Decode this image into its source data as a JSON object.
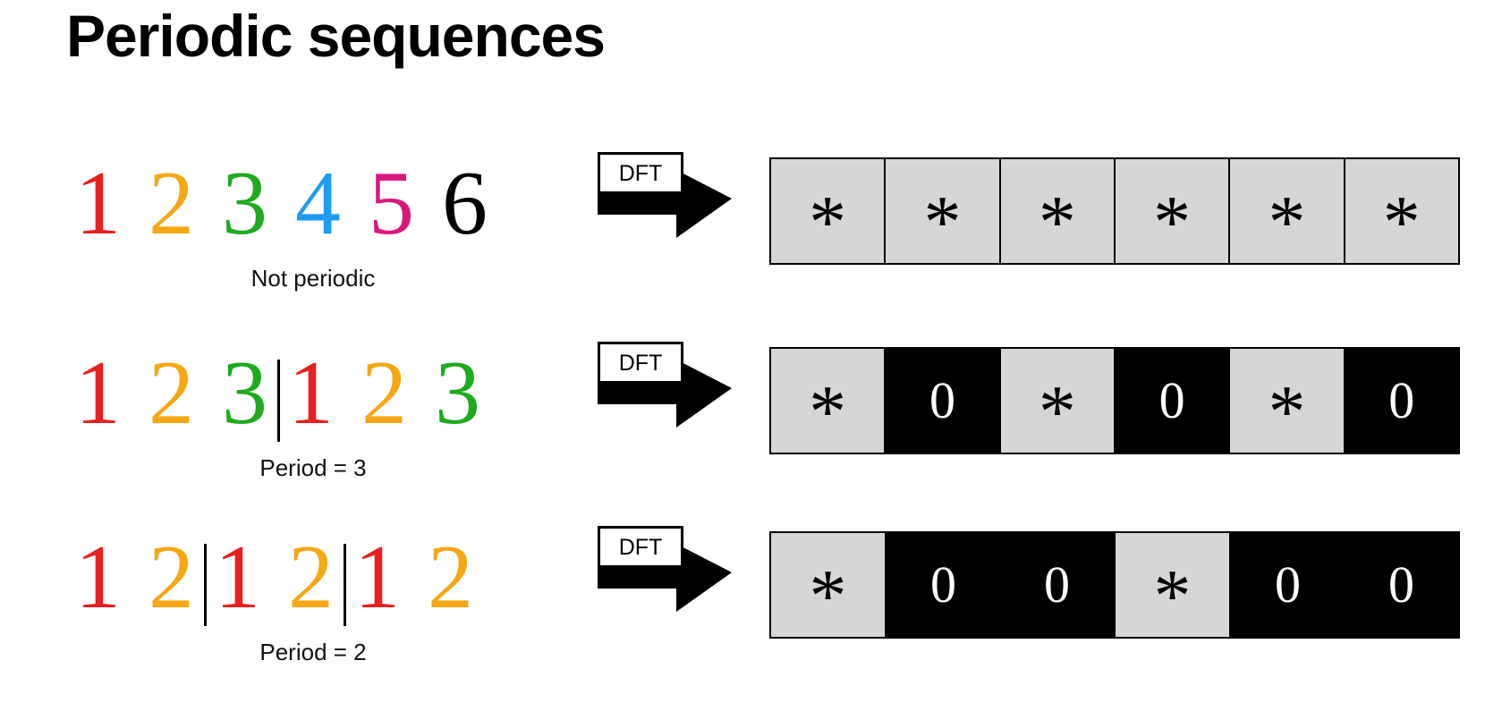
{
  "title": "Periodic sequences",
  "colors": {
    "red": "#e8201f",
    "orange": "#f5a714",
    "green": "#1faa1f",
    "blue": "#1e9cf0",
    "magenta": "#d9187e",
    "black": "#000000",
    "cell_star_bg": "#d6d6d6",
    "cell_zero_bg": "#000000"
  },
  "rows": [
    {
      "sequence": [
        {
          "text": "1",
          "color": "#e8201f"
        },
        {
          "text": "2",
          "color": "#f5a714"
        },
        {
          "text": "3",
          "color": "#1faa1f"
        },
        {
          "text": "4",
          "color": "#1e9cf0"
        },
        {
          "text": "5",
          "color": "#d9187e"
        },
        {
          "text": "6",
          "color": "#000000"
        }
      ],
      "separators_after": [],
      "caption": "Not periodic",
      "arrow_label": "DFT",
      "output": [
        "*",
        "*",
        "*",
        "*",
        "*",
        "*"
      ]
    },
    {
      "sequence": [
        {
          "text": "1",
          "color": "#e8201f"
        },
        {
          "text": "2",
          "color": "#f5a714"
        },
        {
          "text": "3",
          "color": "#1faa1f"
        },
        {
          "text": "1",
          "color": "#e8201f"
        },
        {
          "text": "2",
          "color": "#f5a714"
        },
        {
          "text": "3",
          "color": "#1faa1f"
        }
      ],
      "separators_after": [
        2
      ],
      "caption": "Period = 3",
      "arrow_label": "DFT",
      "output": [
        "*",
        "0",
        "*",
        "0",
        "*",
        "0"
      ]
    },
    {
      "sequence": [
        {
          "text": "1",
          "color": "#e8201f"
        },
        {
          "text": "2",
          "color": "#f5a714"
        },
        {
          "text": "1",
          "color": "#e8201f"
        },
        {
          "text": "2",
          "color": "#f5a714"
        },
        {
          "text": "1",
          "color": "#e8201f"
        },
        {
          "text": "2",
          "color": "#f5a714"
        }
      ],
      "separators_after": [
        1,
        3
      ],
      "caption": "Period = 2",
      "arrow_label": "DFT",
      "output": [
        "*",
        "0",
        "0",
        "*",
        "0",
        "0"
      ]
    }
  ]
}
